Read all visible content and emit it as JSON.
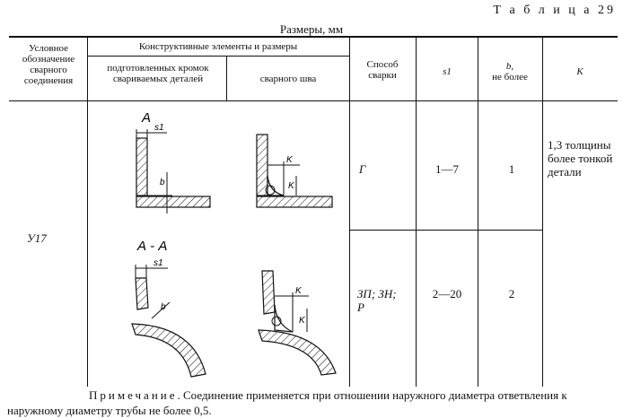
{
  "table_number": "Т а б л и ц а 29",
  "units_caption": "Размеры, мм",
  "header": {
    "designation": "Условное обозначение сварного соединения",
    "construct_elements": "Конструктивные элементы и размеры",
    "prepared_edges": "подготовленных кромок свариваемых деталей",
    "weld_seam": "сварного шва",
    "method": "Способ сварки",
    "s1": "s1",
    "b": "b,",
    "b_sub": "не более",
    "k": "K"
  },
  "row": {
    "designation": "У17",
    "section1_label": "А",
    "section2_label": "А - А",
    "dim_s1": "s1",
    "dim_b": "b",
    "dim_k": "K",
    "k_value": "1,3 толщины более тонкой детали",
    "sub": [
      {
        "method": "Г",
        "s1": "1—7",
        "b": "1"
      },
      {
        "method": "ЗП; ЗН; Р",
        "s1": "2—20",
        "b": "2"
      }
    ]
  },
  "note": {
    "head": "Примечание",
    "text": ". Соединение применяется при отношении наружного диаметра ответвления к наружному диаметру трубы не более 0,5."
  }
}
